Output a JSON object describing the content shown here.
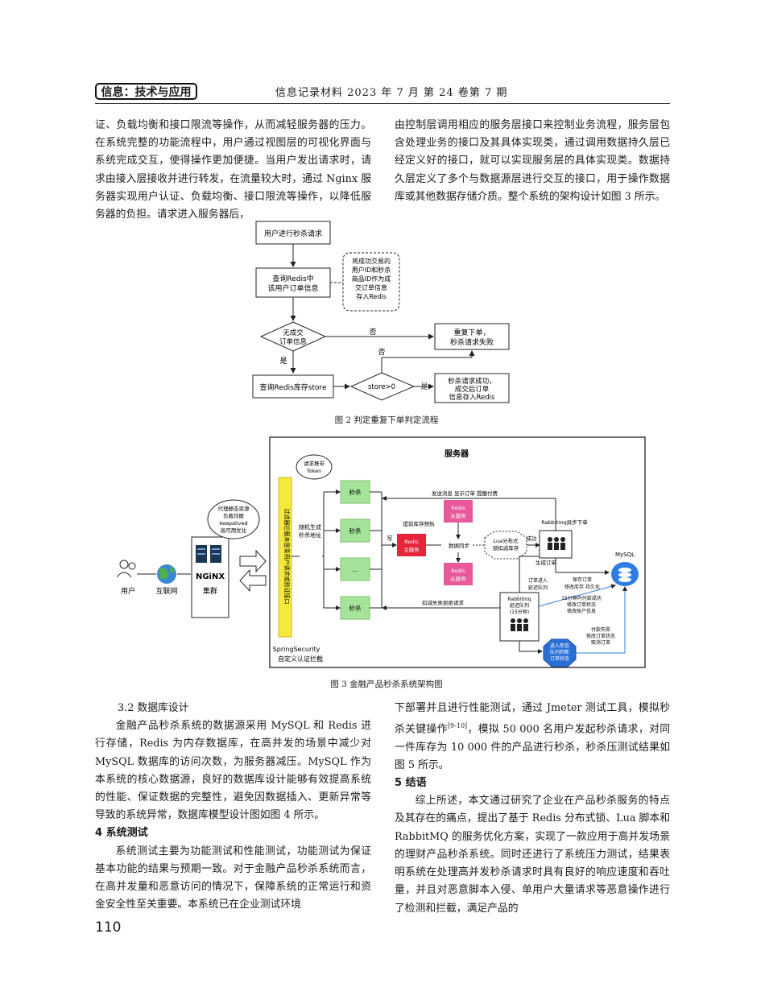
{
  "header": {
    "journal_badge": "信息：技术与应用",
    "running_title": "信息记录材料 2023 年 7 月 第 24 卷第 7 期"
  },
  "top_left_paragraph": "证、负载均衡和接口限流等操作，从而减轻服务器的压力。在系统完整的功能流程中，用户通过视图层的可视化界面与系统完成交互，使得操作更加便捷。当用户发出请求时，请求由接入层接收并进行转发，在流量较大时，通过 Nginx 服务器实现用户认证、负载均衡、接口限流等操作，以降低服务器的负担。请求进入服务器后，",
  "top_right_paragraph": "由控制层调用相应的服务层接口来控制业务流程，服务层包含处理业务的接口及其具体实现类，通过调用数据持久层已经定义好的接口，就可以实现服务层的具体实现类。数据持久层定义了多个与数据源层进行交互的接口，用于操作数据库或其他数据存储介质。整个系统的架构设计如图 3 所示。",
  "figure2": {
    "caption": "图 2   判定重复下单判定流程",
    "start": "用户进行秒杀请求",
    "query_order": [
      "查询Redis中",
      "该用户订单信息"
    ],
    "note": [
      "将成功交易的",
      "用户ID和秒杀",
      "商品ID作为成",
      "交订单信息",
      "存入Redis"
    ],
    "decision_no_order": [
      "无成交",
      "订单信息"
    ],
    "no_label": "否",
    "no_label2": "否",
    "yes_label": "是",
    "yes_label2": "是",
    "repeat_order": [
      "重复下单，",
      "秒杀请求失败"
    ],
    "query_stock": "查询Redis库存store",
    "decision_store": "store>0",
    "success": [
      "秒杀请求成功，",
      "成交后订单",
      "信息存入Redis"
    ]
  },
  "figure3": {
    "caption": "图 3   金融产品秒杀系统架构图",
    "server_title": "服务器",
    "token_bubble": [
      "请求携带",
      "Token"
    ],
    "proxy_bubble": [
      "代理静态资源",
      "负载均衡",
      "keepalived",
      "高可用优化"
    ],
    "user_label": "用户",
    "internet_label": "互联网",
    "nginx_logo": "NGiNX",
    "cluster_label": "集群",
    "filter_text": "过滤器拦截未登录用户请求或验证接口",
    "random_label": [
      "随机生成",
      "秒杀地址"
    ],
    "seckill_nodes": [
      "秒杀",
      "秒杀",
      "...",
      "秒杀"
    ],
    "write_label": "写",
    "prededuct_label": "提前库存预热",
    "redis_master": [
      "Redis",
      "主服务"
    ],
    "redis_slave_top": [
      "Redis",
      "从服务"
    ],
    "redis_slave_bottom": [
      "Redis",
      "从服务"
    ],
    "data_sync": "数据同步",
    "lua_box": [
      "Lua分布式",
      "锁扣减库存"
    ],
    "success_label": "成功",
    "top_feedback": "发送消息  显示订单  提醒付费",
    "rabbitmq_async": "Rabbitmq异步下单",
    "mysql_label": "MySQL",
    "generate_order": "生成订单",
    "save_order": [
      "保存订单",
      "修改库存  持久化"
    ],
    "order_enter_queue": [
      "订单进入",
      "延迟队列"
    ],
    "rabbitmq_delay": [
      "Rabbitmq",
      "延迟队列",
      "(15分钟)"
    ],
    "deduct_fail": "扣减失败拒绝请求",
    "paid_in_15": [
      "15分钟内付款成功",
      "修改订单状态",
      "修改账户信息"
    ],
    "pay_fail": [
      "付款失败",
      "修改订单状态",
      "取消订单"
    ],
    "dead_queue": [
      "进入死信",
      "队列判断",
      "订单状态"
    ],
    "spring_security": "SpringSecurity",
    "custom_auth": "自定义认证拦截"
  },
  "left_column": {
    "sec32_title": "3.2 数据库设计",
    "sec32_text": "金融产品秒杀系统的数据源采用 MySQL 和 Redis 进行存储，Redis 为内存数据库，在高并发的场景中减少对 MySQL 数据库的访问次数，为服务器减压。MySQL 作为本系统的核心数据源，良好的数据库设计能够有效提高系统的性能、保证数据的完整性，避免因数据插入、更新异常等导致的系统异常，数据库模型设计图如图 4 所示。",
    "sec4_title": "4   系统测试",
    "sec4_text": "系统测试主要为功能测试和性能测试，功能测试为保证基本功能的结果与预期一致。对于金融产品秒杀系统而言，在高并发量和恶意访问的情况下，保障系统的正常运行和资金安全性至关重要。本系统已在企业测试环境"
  },
  "right_column": {
    "cont_text_a": "下部署并且进行性能测试，通过 Jmeter 测试工具，模拟秒杀关键操作",
    "cite": "[9-10]",
    "cont_text_b": "，模拟 50 000 名用户发起秒杀请求，对同一件库存为 10 000 件的产品进行秒杀，秒杀压测试结果如图 5 所示。",
    "sec5_title": "5   结语",
    "sec5_text": "综上所述，本文通过研究了企业在产品秒杀服务的特点及其存在的痛点，提出了基于 Redis 分布式锁、Lua 脚本和 RabbitMQ 的服务优化方案，实现了一款应用于高并发场景的理财产品秒杀系统。同时还进行了系统压力测试，结果表明系统在处理高并发秒杀请求时具有良好的响应速度和吞吐量，并且对恶意脚本入侵、单用户大量请求等恶意操作进行了检测和拦截，满足产品的"
  },
  "page_number": "110",
  "colors": {
    "green_box": "#a6e39a",
    "redis_pink": "#e8599b",
    "redis_master_red": "#e5253a",
    "filter_yellow": "#f5ea3c",
    "mysql_blue": "#2f7de1",
    "dead_queue_blue": "#2a6fd6"
  }
}
